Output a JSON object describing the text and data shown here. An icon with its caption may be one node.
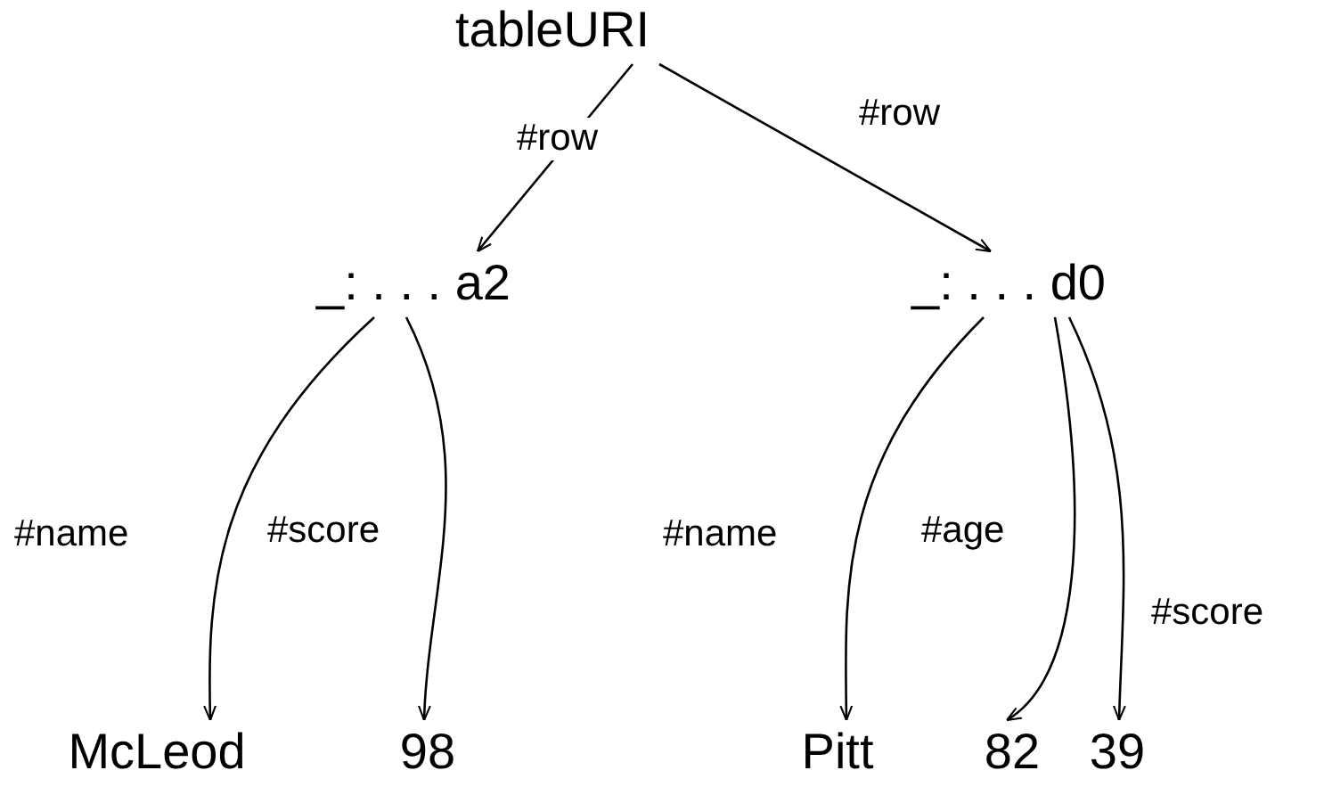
{
  "diagram": {
    "nodes": [
      {
        "text": [
          "tableURI"
        ]
      },
      {
        "text": [
          "_: . . . a2"
        ]
      },
      {
        "text": [
          "_: . . . d0"
        ]
      },
      {
        "text": [
          "McLeod"
        ]
      },
      {
        "text": [
          "98"
        ]
      },
      {
        "text": [
          "Pitt"
        ]
      },
      {
        "text": [
          "82"
        ]
      },
      {
        "text": [
          "39"
        ]
      }
    ],
    "edges": [
      {
        "from": 0,
        "to": 1,
        "arrow": "to",
        "label": "#row"
      },
      {
        "from": 0,
        "to": 2,
        "arrow": "to",
        "label": "#row"
      },
      {
        "from": 1,
        "to": 3,
        "arrow": "to",
        "label": "#name"
      },
      {
        "from": 1,
        "to": 4,
        "arrow": "to",
        "label": "#score"
      },
      {
        "from": 2,
        "to": 5,
        "arrow": "to",
        "label": "#name"
      },
      {
        "from": 2,
        "to": 6,
        "arrow": "to",
        "label": "#age"
      },
      {
        "from": 2,
        "to": 7,
        "arrow": "to",
        "label": "#score"
      }
    ]
  }
}
